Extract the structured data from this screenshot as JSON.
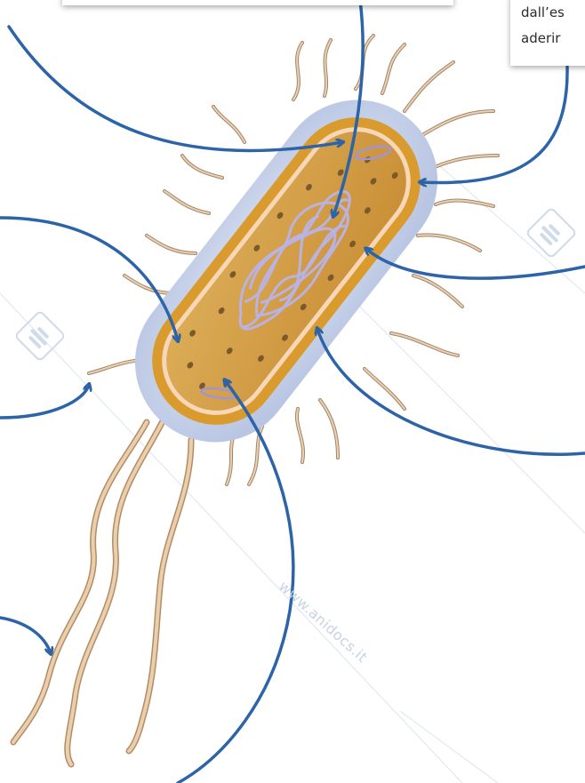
{
  "labels": {
    "top_right_line1": "dall’es",
    "top_right_line2": "aderir"
  },
  "watermark": {
    "text": "www.anidocs.it"
  },
  "colors": {
    "arrow": "#2d64a8",
    "capsule": "#cbd6ec",
    "cell_wall": "#d99b2e",
    "cytoplasm": "#d6a450",
    "membrane": "#f7d7b8",
    "ribosome": "#7a5a2c",
    "nucleoid": "#b9b2e2",
    "pilus": "#d8b896",
    "flagellum": "#dcc09e",
    "watermark": "#c7d3e6"
  },
  "icons": [
    "watermark-logo-icon"
  ]
}
